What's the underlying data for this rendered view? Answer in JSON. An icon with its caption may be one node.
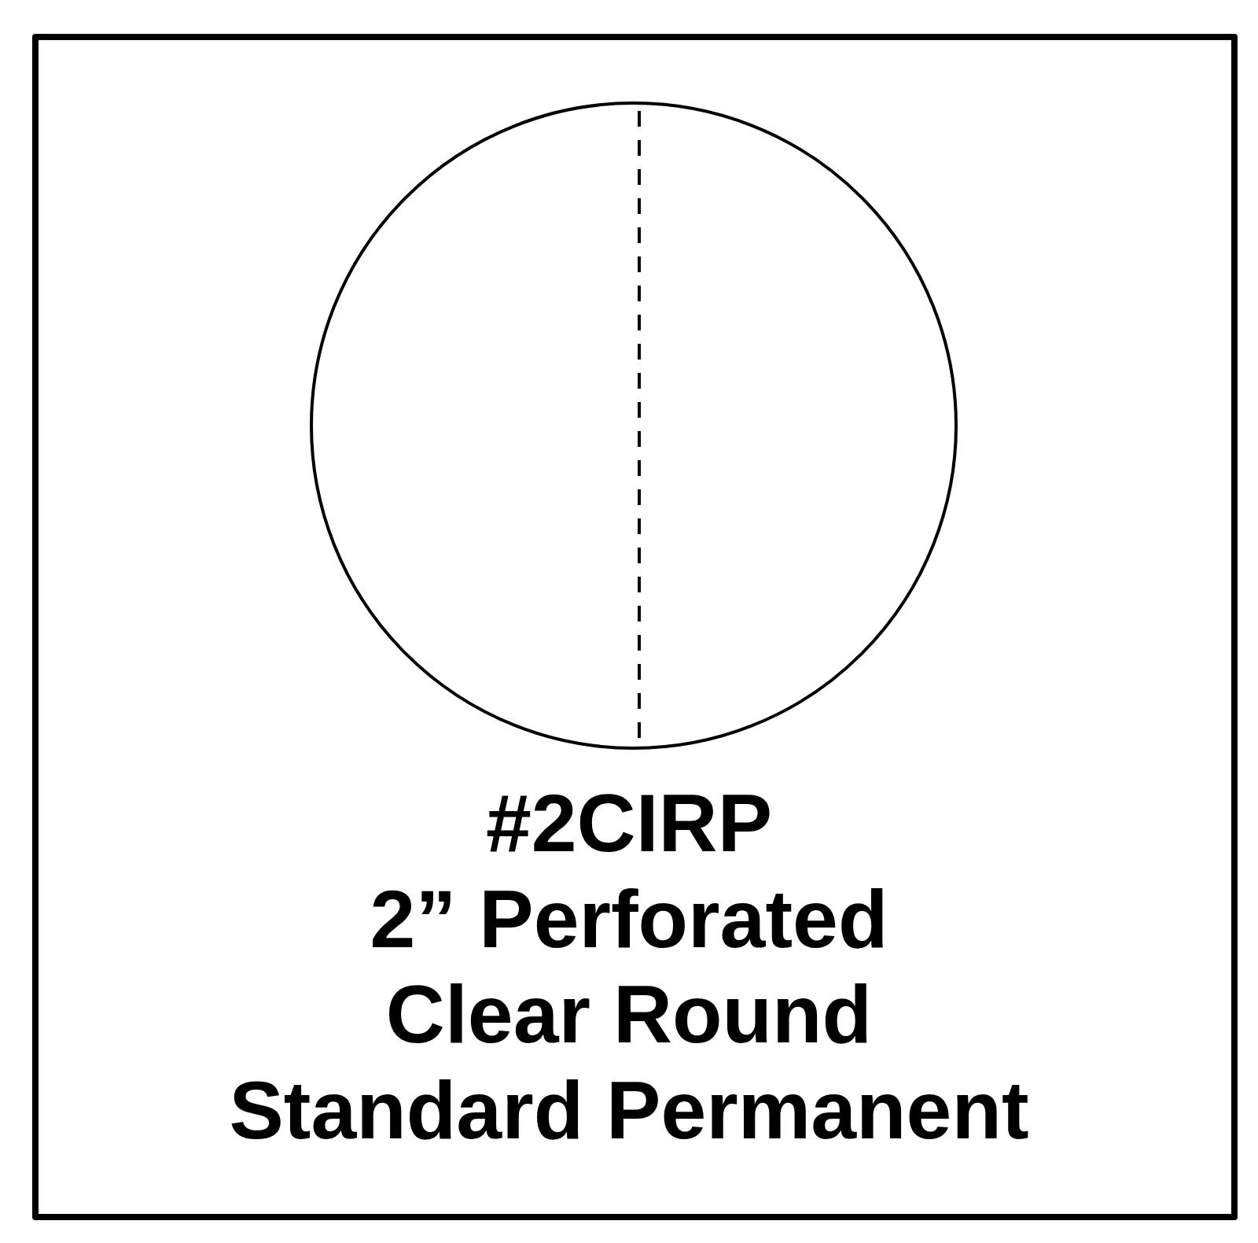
{
  "diagram": {
    "nodes": [
      {
        "text": [],
        "shape": "circle"
      }
    ],
    "edges": [],
    "labels": [
      "#2CIRP",
      "2” Perforated",
      "Clear Round",
      "Standard Permanent"
    ]
  }
}
